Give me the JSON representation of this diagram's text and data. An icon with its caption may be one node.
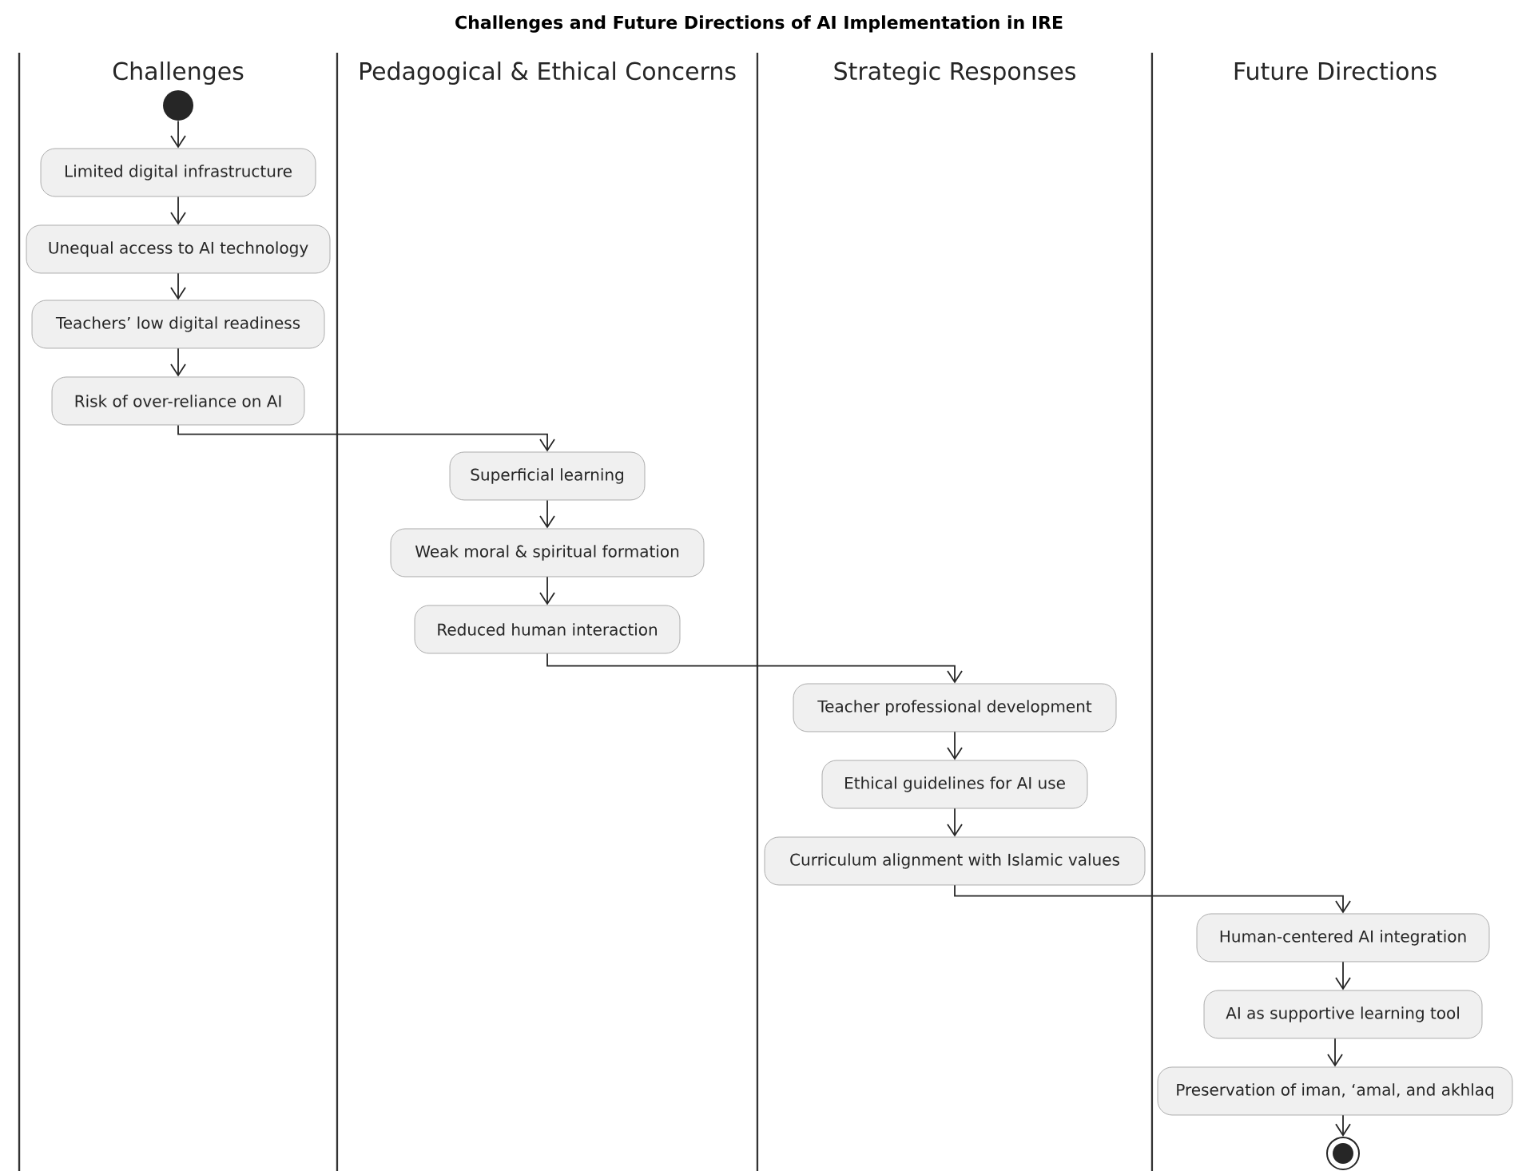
{
  "diagram": {
    "title": "Challenges and Future Directions of AI Implementation in IRE",
    "nodes": [
      {
        "text": [],
        "shape": "circle"
      },
      {
        "text": [
          "Limited digital infrastructure"
        ]
      },
      {
        "text": [
          "Unequal access to AI technology"
        ]
      },
      {
        "text": [
          "Teachers’ low digital readiness"
        ]
      },
      {
        "text": [
          "Risk of over-reliance on AI"
        ]
      },
      {
        "text": [
          "Superficial learning"
        ]
      },
      {
        "text": [
          "Weak moral & spiritual formation"
        ]
      },
      {
        "text": [
          "Reduced human interaction"
        ]
      },
      {
        "text": [
          "Teacher professional development"
        ]
      },
      {
        "text": [
          "Ethical guidelines for AI use"
        ]
      },
      {
        "text": [
          "Curriculum alignment with Islamic values"
        ]
      },
      {
        "text": [
          "Human-centered AI integration"
        ]
      },
      {
        "text": [
          "AI as supportive learning tool"
        ]
      },
      {
        "text": [
          "Preservation of iman, ‘amal, and akhlaq"
        ]
      },
      {
        "text": [],
        "shape": "bullseye"
      }
    ],
    "edges": [
      {
        "from": 0,
        "to": 1,
        "arrow": "to"
      },
      {
        "from": 1,
        "to": 2,
        "arrow": "to"
      },
      {
        "from": 2,
        "to": 3,
        "arrow": "to"
      },
      {
        "from": 3,
        "to": 4,
        "arrow": "to"
      },
      {
        "from": 4,
        "to": 5,
        "arrow": "to"
      },
      {
        "from": 5,
        "to": 6,
        "arrow": "to"
      },
      {
        "from": 6,
        "to": 7,
        "arrow": "to"
      },
      {
        "from": 7,
        "to": 8,
        "arrow": "to"
      },
      {
        "from": 8,
        "to": 9,
        "arrow": "to"
      },
      {
        "from": 9,
        "to": 10,
        "arrow": "to"
      },
      {
        "from": 10,
        "to": 11,
        "arrow": "to"
      },
      {
        "from": 11,
        "to": 12,
        "arrow": "to"
      },
      {
        "from": 12,
        "to": 13,
        "arrow": "to"
      },
      {
        "from": 13,
        "to": 14,
        "arrow": "to"
      }
    ],
    "labels": [
      "Challenges",
      "Pedagogical & Ethical Concerns",
      "Strategic Responses",
      "Future Directions"
    ]
  }
}
